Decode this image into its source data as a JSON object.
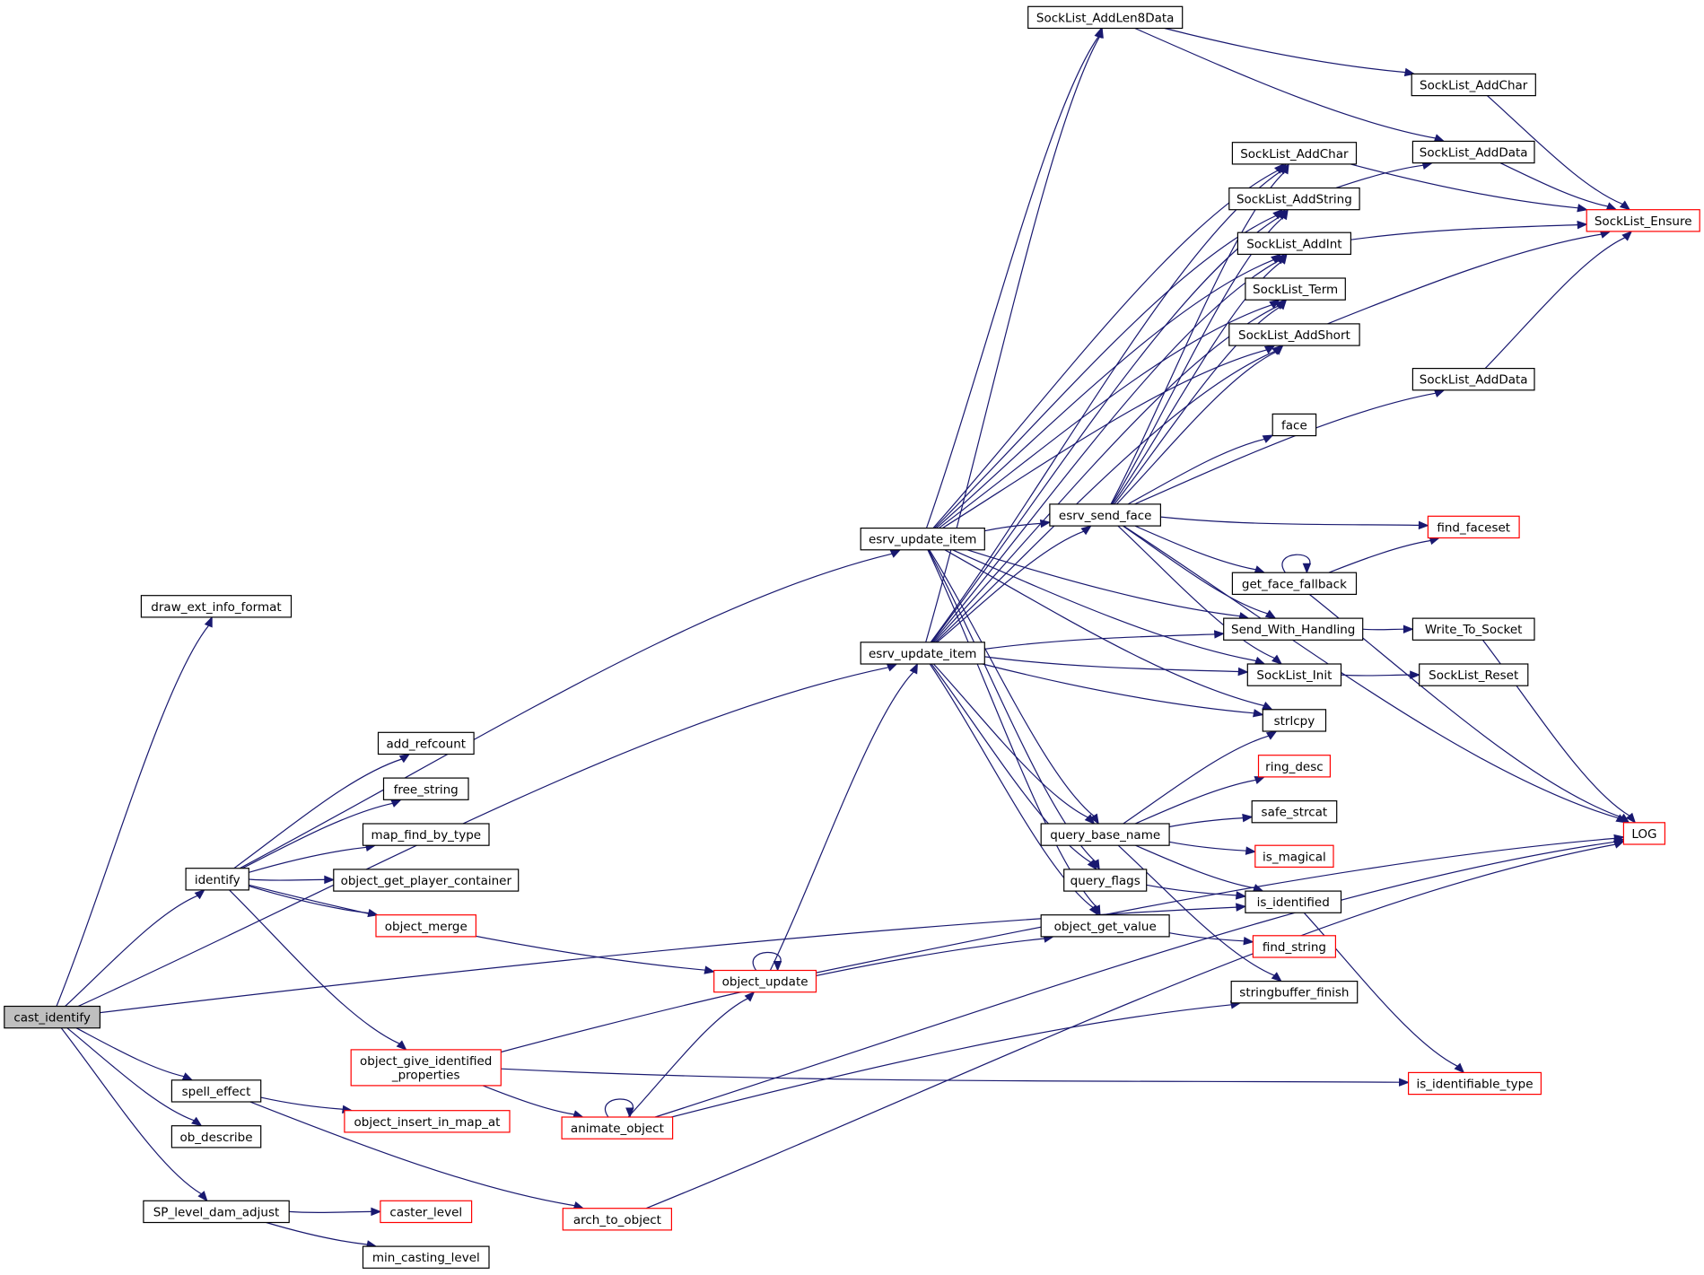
{
  "nodes": [
    {
      "id": "cast_identify",
      "lines": [
        "cast_identify"
      ],
      "style": "root"
    },
    {
      "id": "draw_ext_info_format",
      "lines": [
        "draw_ext_info_format"
      ],
      "style": "black"
    },
    {
      "id": "esrv_update_item_1",
      "lines": [
        "esrv_update_item"
      ],
      "style": "black"
    },
    {
      "id": "esrv_update_item_2",
      "lines": [
        "esrv_update_item"
      ],
      "style": "black"
    },
    {
      "id": "identify",
      "lines": [
        "identify"
      ],
      "style": "black"
    },
    {
      "id": "spell_effect",
      "lines": [
        "spell_effect"
      ],
      "style": "black"
    },
    {
      "id": "ob_describe",
      "lines": [
        "ob_describe"
      ],
      "style": "black"
    },
    {
      "id": "SP_level_dam_adjust",
      "lines": [
        "SP_level_dam_adjust"
      ],
      "style": "black"
    },
    {
      "id": "is_identified",
      "lines": [
        "is_identified"
      ],
      "style": "black"
    },
    {
      "id": "add_refcount",
      "lines": [
        "add_refcount"
      ],
      "style": "black"
    },
    {
      "id": "free_string",
      "lines": [
        "free_string"
      ],
      "style": "black"
    },
    {
      "id": "map_find_by_type",
      "lines": [
        "map_find_by_type"
      ],
      "style": "black"
    },
    {
      "id": "object_get_player_container",
      "lines": [
        "object_get_player_container"
      ],
      "style": "black"
    },
    {
      "id": "object_merge",
      "lines": [
        "object_merge"
      ],
      "style": "red"
    },
    {
      "id": "object_give_identified_properties",
      "lines": [
        "object_give_identified",
        "_properties"
      ],
      "style": "red"
    },
    {
      "id": "object_update",
      "lines": [
        "object_update"
      ],
      "style": "red"
    },
    {
      "id": "object_insert_in_map_at",
      "lines": [
        "object_insert_in_map_at"
      ],
      "style": "red"
    },
    {
      "id": "arch_to_object",
      "lines": [
        "arch_to_object"
      ],
      "style": "red"
    },
    {
      "id": "caster_level",
      "lines": [
        "caster_level"
      ],
      "style": "red"
    },
    {
      "id": "min_casting_level",
      "lines": [
        "min_casting_level"
      ],
      "style": "black"
    },
    {
      "id": "animate_object",
      "lines": [
        "animate_object"
      ],
      "style": "red"
    },
    {
      "id": "esrv_send_face",
      "lines": [
        "esrv_send_face"
      ],
      "style": "black"
    },
    {
      "id": "query_base_name",
      "lines": [
        "query_base_name"
      ],
      "style": "black"
    },
    {
      "id": "query_flags",
      "lines": [
        "query_flags"
      ],
      "style": "black"
    },
    {
      "id": "object_get_value",
      "lines": [
        "object_get_value"
      ],
      "style": "black"
    },
    {
      "id": "SockList_AddLen8Data",
      "lines": [
        "SockList_AddLen8Data"
      ],
      "style": "black"
    },
    {
      "id": "SockList_AddChar_a",
      "lines": [
        "SockList_AddChar"
      ],
      "style": "black"
    },
    {
      "id": "SockList_AddString",
      "lines": [
        "SockList_AddString"
      ],
      "style": "black"
    },
    {
      "id": "SockList_AddInt",
      "lines": [
        "SockList_AddInt"
      ],
      "style": "black"
    },
    {
      "id": "SockList_Term",
      "lines": [
        "SockList_Term"
      ],
      "style": "black"
    },
    {
      "id": "SockList_AddShort",
      "lines": [
        "SockList_AddShort"
      ],
      "style": "black"
    },
    {
      "id": "Send_With_Handling",
      "lines": [
        "Send_With_Handling"
      ],
      "style": "black"
    },
    {
      "id": "SockList_Init",
      "lines": [
        "SockList_Init"
      ],
      "style": "black"
    },
    {
      "id": "strlcpy",
      "lines": [
        "strlcpy"
      ],
      "style": "black"
    },
    {
      "id": "face",
      "lines": [
        "face"
      ],
      "style": "black"
    },
    {
      "id": "get_face_fallback",
      "lines": [
        "get_face_fallback"
      ],
      "style": "black"
    },
    {
      "id": "find_faceset",
      "lines": [
        "find_faceset"
      ],
      "style": "red"
    },
    {
      "id": "ring_desc",
      "lines": [
        "ring_desc"
      ],
      "style": "red"
    },
    {
      "id": "safe_strcat",
      "lines": [
        "safe_strcat"
      ],
      "style": "black"
    },
    {
      "id": "is_magical",
      "lines": [
        "is_magical"
      ],
      "style": "red"
    },
    {
      "id": "find_string",
      "lines": [
        "find_string"
      ],
      "style": "red"
    },
    {
      "id": "stringbuffer_finish",
      "lines": [
        "stringbuffer_finish"
      ],
      "style": "black"
    },
    {
      "id": "SockList_AddChar_b",
      "lines": [
        "SockList_AddChar"
      ],
      "style": "black"
    },
    {
      "id": "SockList_AddData_a",
      "lines": [
        "SockList_AddData"
      ],
      "style": "black"
    },
    {
      "id": "SockList_AddData_b",
      "lines": [
        "SockList_AddData"
      ],
      "style": "black"
    },
    {
      "id": "SockList_Ensure",
      "lines": [
        "SockList_Ensure"
      ],
      "style": "red"
    },
    {
      "id": "Write_To_Socket",
      "lines": [
        "Write_To_Socket"
      ],
      "style": "black"
    },
    {
      "id": "SockList_Reset",
      "lines": [
        "SockList_Reset"
      ],
      "style": "black"
    },
    {
      "id": "is_identifiable_type",
      "lines": [
        "is_identifiable_type"
      ],
      "style": "red"
    },
    {
      "id": "LOG",
      "lines": [
        "LOG"
      ],
      "style": "red"
    }
  ],
  "edges": [
    [
      "cast_identify",
      "draw_ext_info_format"
    ],
    [
      "cast_identify",
      "esrv_update_item_2"
    ],
    [
      "cast_identify",
      "identify"
    ],
    [
      "cast_identify",
      "is_identified"
    ],
    [
      "cast_identify",
      "spell_effect"
    ],
    [
      "cast_identify",
      "ob_describe"
    ],
    [
      "cast_identify",
      "SP_level_dam_adjust"
    ],
    [
      "identify",
      "esrv_update_item_1"
    ],
    [
      "identify",
      "add_refcount"
    ],
    [
      "identify",
      "free_string"
    ],
    [
      "identify",
      "map_find_by_type"
    ],
    [
      "identify",
      "object_get_player_container"
    ],
    [
      "identify",
      "object_merge"
    ],
    [
      "identify",
      "object_give_identified_properties"
    ],
    [
      "identify",
      "object_update"
    ],
    [
      "spell_effect",
      "object_insert_in_map_at"
    ],
    [
      "spell_effect",
      "arch_to_object"
    ],
    [
      "SP_level_dam_adjust",
      "caster_level"
    ],
    [
      "SP_level_dam_adjust",
      "min_casting_level"
    ],
    [
      "object_give_identified_properties",
      "object_get_value"
    ],
    [
      "object_give_identified_properties",
      "animate_object"
    ],
    [
      "object_give_identified_properties",
      "is_identifiable_type"
    ],
    [
      "object_update",
      "object_update"
    ],
    [
      "object_update",
      "esrv_update_item_2"
    ],
    [
      "object_update",
      "LOG"
    ],
    [
      "animate_object",
      "animate_object"
    ],
    [
      "animate_object",
      "object_update"
    ],
    [
      "animate_object",
      "stringbuffer_finish"
    ],
    [
      "animate_object",
      "LOG"
    ],
    [
      "arch_to_object",
      "LOG"
    ],
    [
      "esrv_update_item_1",
      "SockList_AddLen8Data"
    ],
    [
      "esrv_update_item_1",
      "SockList_AddChar_a"
    ],
    [
      "esrv_update_item_1",
      "SockList_AddString"
    ],
    [
      "esrv_update_item_1",
      "SockList_AddInt"
    ],
    [
      "esrv_update_item_1",
      "SockList_Term"
    ],
    [
      "esrv_update_item_1",
      "SockList_AddShort"
    ],
    [
      "esrv_update_item_1",
      "esrv_send_face"
    ],
    [
      "esrv_update_item_1",
      "Send_With_Handling"
    ],
    [
      "esrv_update_item_1",
      "SockList_Init"
    ],
    [
      "esrv_update_item_1",
      "strlcpy"
    ],
    [
      "esrv_update_item_1",
      "query_base_name"
    ],
    [
      "esrv_update_item_1",
      "query_flags"
    ],
    [
      "esrv_update_item_1",
      "object_get_value"
    ],
    [
      "esrv_update_item_2",
      "SockList_AddLen8Data"
    ],
    [
      "esrv_update_item_2",
      "SockList_AddChar_a"
    ],
    [
      "esrv_update_item_2",
      "SockList_AddString"
    ],
    [
      "esrv_update_item_2",
      "SockList_AddInt"
    ],
    [
      "esrv_update_item_2",
      "SockList_Term"
    ],
    [
      "esrv_update_item_2",
      "SockList_AddShort"
    ],
    [
      "esrv_update_item_2",
      "esrv_send_face"
    ],
    [
      "esrv_update_item_2",
      "Send_With_Handling"
    ],
    [
      "esrv_update_item_2",
      "SockList_Init"
    ],
    [
      "esrv_update_item_2",
      "strlcpy"
    ],
    [
      "esrv_update_item_2",
      "query_base_name"
    ],
    [
      "esrv_update_item_2",
      "query_flags"
    ],
    [
      "esrv_update_item_2",
      "object_get_value"
    ],
    [
      "esrv_send_face",
      "SockList_AddChar_a"
    ],
    [
      "esrv_send_face",
      "SockList_AddString"
    ],
    [
      "esrv_send_face",
      "SockList_AddInt"
    ],
    [
      "esrv_send_face",
      "SockList_Term"
    ],
    [
      "esrv_send_face",
      "SockList_AddShort"
    ],
    [
      "esrv_send_face",
      "SockList_AddData_b"
    ],
    [
      "esrv_send_face",
      "face"
    ],
    [
      "esrv_send_face",
      "find_faceset"
    ],
    [
      "esrv_send_face",
      "get_face_fallback"
    ],
    [
      "esrv_send_face",
      "Send_With_Handling"
    ],
    [
      "esrv_send_face",
      "SockList_Init"
    ],
    [
      "esrv_send_face",
      "LOG"
    ],
    [
      "get_face_fallback",
      "get_face_fallback"
    ],
    [
      "get_face_fallback",
      "find_faceset"
    ],
    [
      "get_face_fallback",
      "LOG"
    ],
    [
      "query_base_name",
      "strlcpy"
    ],
    [
      "query_base_name",
      "ring_desc"
    ],
    [
      "query_base_name",
      "safe_strcat"
    ],
    [
      "query_base_name",
      "is_magical"
    ],
    [
      "query_base_name",
      "is_identified"
    ],
    [
      "query_base_name",
      "stringbuffer_finish"
    ],
    [
      "query_flags",
      "is_identified"
    ],
    [
      "object_get_value",
      "find_string"
    ],
    [
      "is_identified",
      "is_identifiable_type"
    ],
    [
      "SockList_AddLen8Data",
      "SockList_AddChar_b"
    ],
    [
      "SockList_AddLen8Data",
      "SockList_AddData_a"
    ],
    [
      "SockList_AddChar_a",
      "SockList_Ensure"
    ],
    [
      "SockList_AddString",
      "SockList_AddData_a"
    ],
    [
      "SockList_AddInt",
      "SockList_Ensure"
    ],
    [
      "SockList_AddShort",
      "SockList_Ensure"
    ],
    [
      "SockList_AddChar_b",
      "SockList_Ensure"
    ],
    [
      "SockList_AddData_a",
      "SockList_Ensure"
    ],
    [
      "SockList_AddData_b",
      "SockList_Ensure"
    ],
    [
      "Send_With_Handling",
      "Write_To_Socket"
    ],
    [
      "Write_To_Socket",
      "LOG"
    ],
    [
      "SockList_Init",
      "SockList_Reset"
    ]
  ]
}
